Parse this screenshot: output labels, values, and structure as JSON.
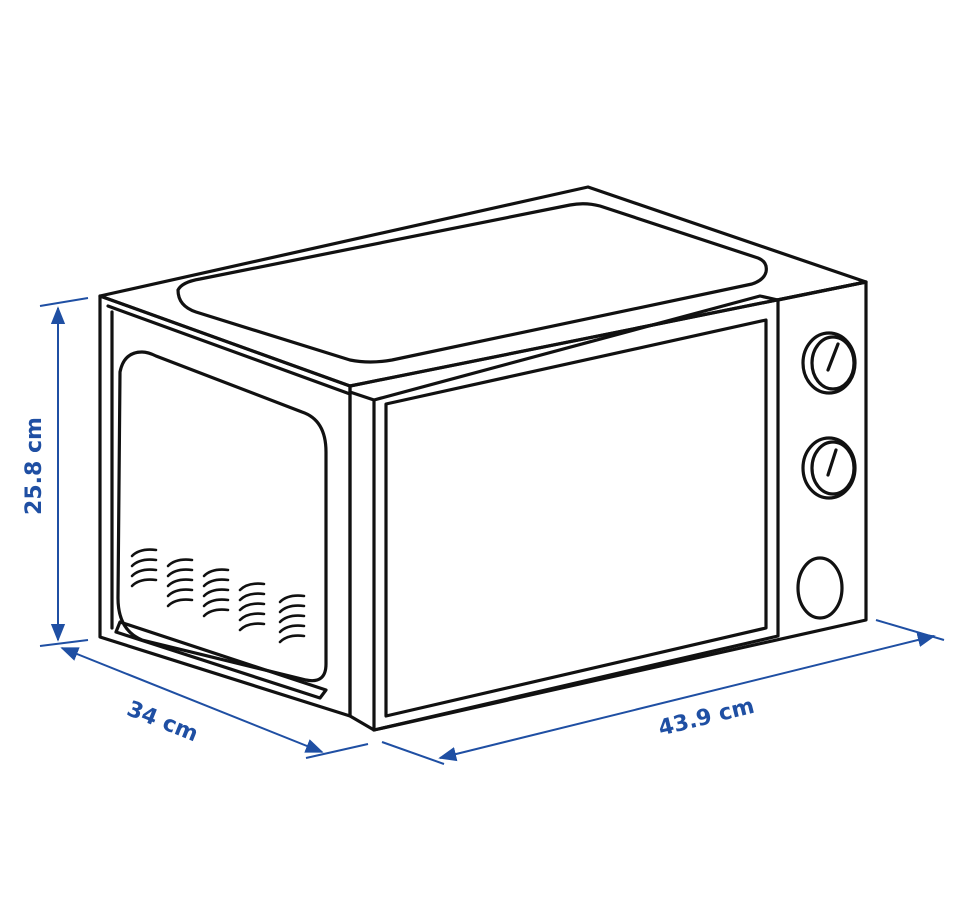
{
  "diagram": {
    "subject": "microwave-oven-line-drawing",
    "colors": {
      "outline": "#111111",
      "dimension": "#1f4fa3",
      "background": "#ffffff"
    },
    "dimensions": {
      "height": {
        "value": 25.8,
        "unit": "cm",
        "label": "25.8 cm"
      },
      "depth": {
        "value": 34,
        "unit": "cm",
        "label": "34 cm"
      },
      "width": {
        "value": 43.9,
        "unit": "cm",
        "label": "43.9 cm"
      }
    }
  }
}
